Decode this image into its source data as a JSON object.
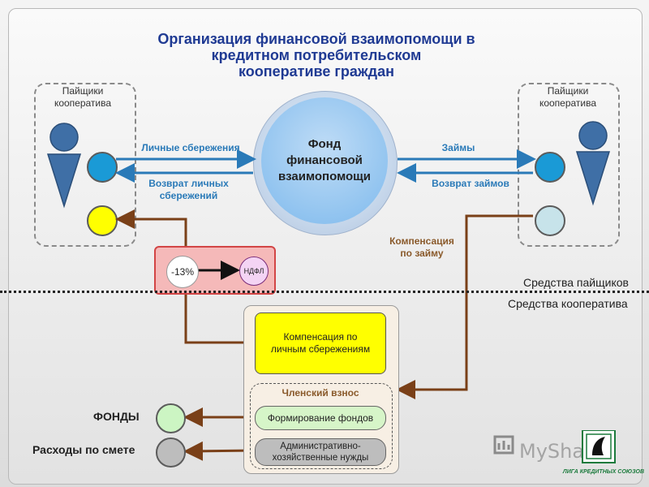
{
  "title": {
    "line1": "Организация финансовой взаимопомощи в",
    "line2": "кредитном потребительском",
    "line3": "кооперативе граждан"
  },
  "left_members": {
    "line1": "Пайщики",
    "line2": "кооператива"
  },
  "right_members": {
    "line1": "Пайщики",
    "line2": "кооператива"
  },
  "fund": {
    "line1": "Фонд",
    "line2": "финансовой",
    "line3": "взаимопомощи"
  },
  "flows": {
    "personal_savings": "Личные сбережения",
    "return_savings_line1": "Возврат личных",
    "return_savings_line2": "сбережений",
    "loans": "Займы",
    "loan_return": "Возврат займов",
    "loan_compensation_line1": "Компенсация",
    "loan_compensation_line2": "по займу"
  },
  "tax": {
    "percent": "-13%",
    "ndfl": "НДФЛ"
  },
  "separator": {
    "members_funds": "Средства пайщиков",
    "coop_funds": "Средства кооператива"
  },
  "coop": {
    "compensation_line1": "Компенсация по",
    "compensation_line2": "личным сбережениям",
    "member_fee": "Членский взнос",
    "fund_formation": "Формирование фондов",
    "admin_line1": "Административно-",
    "admin_line2": "хозяйственные нужды"
  },
  "outputs": {
    "funds": "ФОНДЫ",
    "expenses": "Расходы по смете"
  },
  "logo": {
    "myshared": "MyShared",
    "liga": "ЛИГА КРЕДИТНЫХ СОЮЗОВ"
  },
  "colors": {
    "title": "#1f3a93",
    "flow_blue": "#2a7ab8",
    "flow_brown": "#7a4018",
    "yellow": "#ffff00",
    "green": "#ccf5c3",
    "gray": "#bdbdbd"
  }
}
